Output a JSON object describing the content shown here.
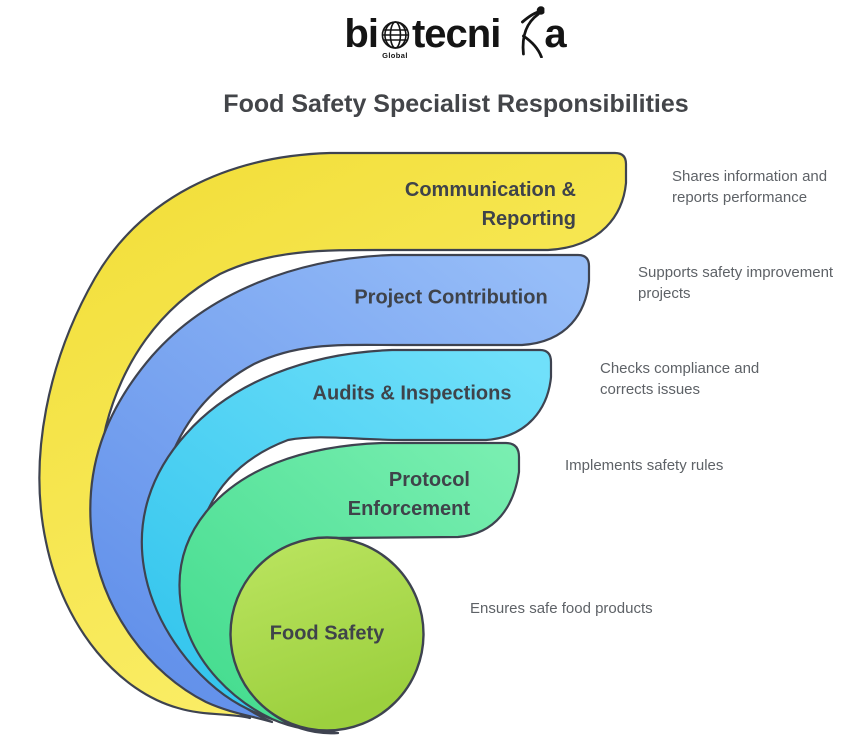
{
  "title": "Food Safety Specialist Responsibilities",
  "logo": {
    "part1": "bi",
    "part2": "tecni",
    "part3": "a",
    "globe_caption": "Global",
    "globe_icon": "brain-globe",
    "dancer_icon": "dancer-k"
  },
  "rings": [
    {
      "label": "Communication &\nReporting",
      "description": "Shares information and\nreports performance",
      "color": "#F5E14A"
    },
    {
      "label": "Project Contribution",
      "description": "Supports safety improvement\nprojects",
      "color": "#85ACF0"
    },
    {
      "label": "Audits & Inspections",
      "description": "Checks compliance and\ncorrects issues",
      "color": "#4FD2F4"
    },
    {
      "label": "Protocol\nEnforcement",
      "description": "Implements safety rules",
      "color": "#5CE49D"
    },
    {
      "label": "Food Safety",
      "description": "Ensures safe food products",
      "color": "#ABD94C"
    }
  ],
  "outline_color": "#3E4350"
}
